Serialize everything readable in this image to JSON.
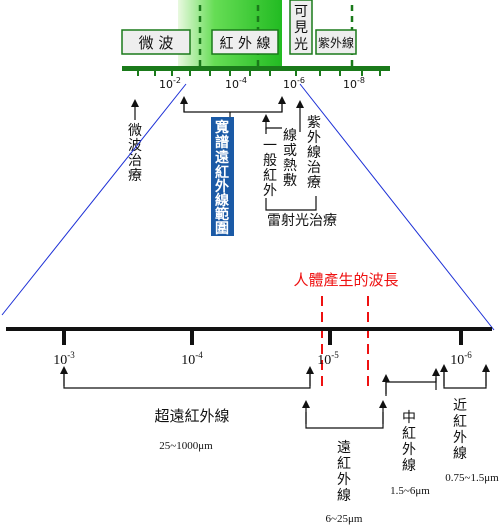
{
  "colors": {
    "green": "#1a7a1a",
    "green_glow": "#33cc33",
    "light_green": "#dff5d5",
    "blue_box": "#1b5aa6",
    "blue_line": "#1c2fd6",
    "red": "#ee1111",
    "box_fill": "#eeeeee",
    "text": "#111111"
  },
  "top_scale": {
    "bands": [
      "微 波",
      "紅 外 線",
      "可",
      "見",
      "光",
      "紫外線"
    ],
    "ticks": [
      {
        "base": "10",
        "exp": "-2"
      },
      {
        "base": "10",
        "exp": "-4"
      },
      {
        "base": "10",
        "exp": "-6"
      },
      {
        "base": "10",
        "exp": "-8"
      }
    ]
  },
  "applications": {
    "microwave_therapy": [
      "微",
      "波",
      "治",
      "療"
    ],
    "broad_ir_range": [
      "寬",
      "譜",
      "遠",
      "紅",
      "外",
      "線",
      "範",
      "圍"
    ],
    "general_ir": [
      "一",
      "般",
      "紅",
      "外"
    ],
    "lines_or_heat": [
      "線",
      "或",
      "熱",
      "敷"
    ],
    "uv_therapy": [
      "紫",
      "外",
      "線",
      "治",
      "療"
    ],
    "laser_therapy": "雷射光治療"
  },
  "human_label": "人體產生的波長",
  "bottom_scale": {
    "ticks": [
      {
        "base": "10",
        "exp": "-3"
      },
      {
        "base": "10",
        "exp": "-4"
      },
      {
        "base": "10",
        "exp": "-5"
      },
      {
        "base": "10",
        "exp": "-6"
      }
    ]
  },
  "bands": {
    "far_ir": {
      "name": "超遠紅外線",
      "range": "25~1000μm"
    },
    "distant_ir": {
      "name": [
        "遠",
        "紅",
        "外",
        "線"
      ],
      "range": "6~25μm"
    },
    "mid_ir": {
      "name": [
        "中",
        "紅",
        "外",
        "線"
      ],
      "range": "1.5~6μm"
    },
    "near_ir": {
      "name": [
        "近",
        "紅",
        "外",
        "線"
      ],
      "range": "0.75~1.5μm"
    }
  }
}
